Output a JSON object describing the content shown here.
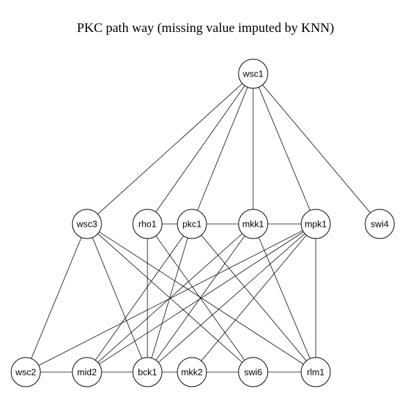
{
  "title": "PKC path way (missing value imputed by KNN)",
  "nodes": [
    {
      "id": "wsc1",
      "label": "wsc1",
      "row": 0,
      "col": 4
    },
    {
      "id": "wsc3",
      "label": "wsc3",
      "row": 1,
      "col": 1
    },
    {
      "id": "rho1",
      "label": "rho1",
      "row": 1,
      "col": 2
    },
    {
      "id": "pkc1",
      "label": "pkc1",
      "row": 1,
      "col": 3
    },
    {
      "id": "mkk1",
      "label": "mkk1",
      "row": 1,
      "col": 4
    },
    {
      "id": "mpk1",
      "label": "mpk1",
      "row": 1,
      "col": 5
    },
    {
      "id": "swi4",
      "label": "swi4",
      "row": 1,
      "col": 6
    },
    {
      "id": "wsc2",
      "label": "wsc2",
      "row": 2,
      "col": 0
    },
    {
      "id": "mid2",
      "label": "mid2",
      "row": 2,
      "col": 1
    },
    {
      "id": "bck1",
      "label": "bck1",
      "row": 2,
      "col": 2
    },
    {
      "id": "mkk2",
      "label": "mkk2",
      "row": 2,
      "col": 3
    },
    {
      "id": "swi6",
      "label": "swi6",
      "row": 2,
      "col": 4
    },
    {
      "id": "rlm1",
      "label": "rlm1",
      "row": 2,
      "col": 5
    }
  ],
  "edges": [
    [
      "wsc1",
      "wsc3"
    ],
    [
      "wsc1",
      "rho1"
    ],
    [
      "wsc1",
      "pkc1"
    ],
    [
      "wsc1",
      "mkk1"
    ],
    [
      "wsc1",
      "mpk1"
    ],
    [
      "wsc1",
      "swi4"
    ],
    [
      "rho1",
      "pkc1"
    ],
    [
      "pkc1",
      "mkk1"
    ],
    [
      "mkk1",
      "mpk1"
    ],
    [
      "wsc3",
      "wsc2"
    ],
    [
      "wsc3",
      "bck1"
    ],
    [
      "wsc3",
      "swi6"
    ],
    [
      "wsc3",
      "rlm1"
    ],
    [
      "rho1",
      "bck1"
    ],
    [
      "rho1",
      "swi6"
    ],
    [
      "pkc1",
      "mid2"
    ],
    [
      "pkc1",
      "bck1"
    ],
    [
      "pkc1",
      "rlm1"
    ],
    [
      "mkk1",
      "mid2"
    ],
    [
      "mkk1",
      "bck1"
    ],
    [
      "mkk1",
      "rlm1"
    ],
    [
      "mpk1",
      "wsc2"
    ],
    [
      "mpk1",
      "mid2"
    ],
    [
      "mpk1",
      "bck1"
    ],
    [
      "mpk1",
      "mkk2"
    ],
    [
      "mpk1",
      "rlm1"
    ],
    [
      "wsc2",
      "mid2"
    ],
    [
      "mid2",
      "bck1"
    ],
    [
      "bck1",
      "mkk2"
    ],
    [
      "mkk2",
      "swi6"
    ],
    [
      "swi6",
      "rlm1"
    ]
  ]
}
